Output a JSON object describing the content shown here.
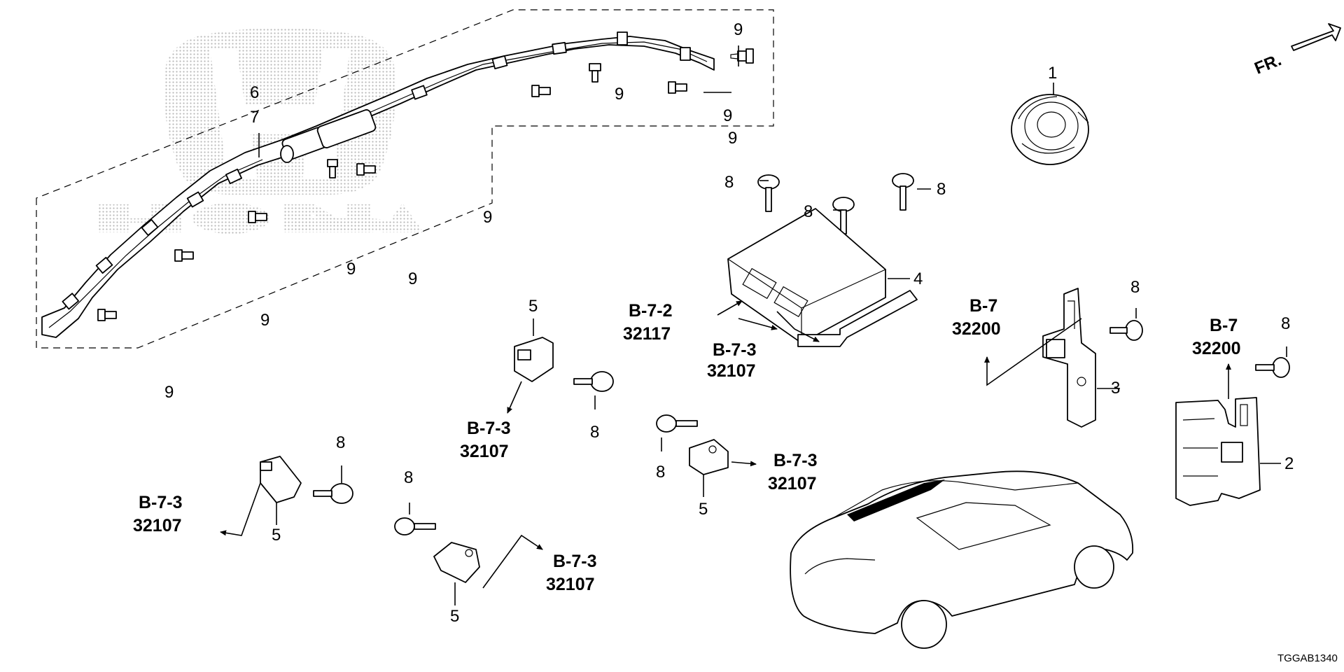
{
  "diagram": {
    "code": "TGGAB1340",
    "direction_label": "FR.",
    "part_numbers": {
      "p1": "1",
      "p2": "2",
      "p3": "3",
      "p4": "4",
      "p5a": "5",
      "p5b": "5",
      "p5c": "5",
      "p5d": "5",
      "p6": "6",
      "p7": "7",
      "p8a": "8",
      "p8b": "8",
      "p8c": "8",
      "p8d": "8",
      "p8e": "8",
      "p8f": "8",
      "p8g": "8",
      "p8h": "8",
      "p9a": "9",
      "p9b": "9",
      "p9c": "9",
      "p9d": "9",
      "p9e": "9",
      "p9f": "9",
      "p9g": "9",
      "p9h": "9",
      "p9i": "9"
    },
    "references": {
      "ecu_left": {
        "section": "B-7-2",
        "number": "32117"
      },
      "ecu_bottom": {
        "section": "B-7-3",
        "number": "32107"
      },
      "sensor_mid": {
        "section": "B-7-3",
        "number": "32107"
      },
      "sensor_right": {
        "section": "B-7-3",
        "number": "32107"
      },
      "sensor_left": {
        "section": "B-7-3",
        "number": "32107"
      },
      "sensor_bottom": {
        "section": "B-7-3",
        "number": "32107"
      },
      "bracket3": {
        "section": "B-7",
        "number": "32200"
      },
      "bracket2": {
        "section": "B-7",
        "number": "32200"
      }
    },
    "watermark": {
      "brand": "HONDA",
      "logo_letter": "H"
    }
  }
}
